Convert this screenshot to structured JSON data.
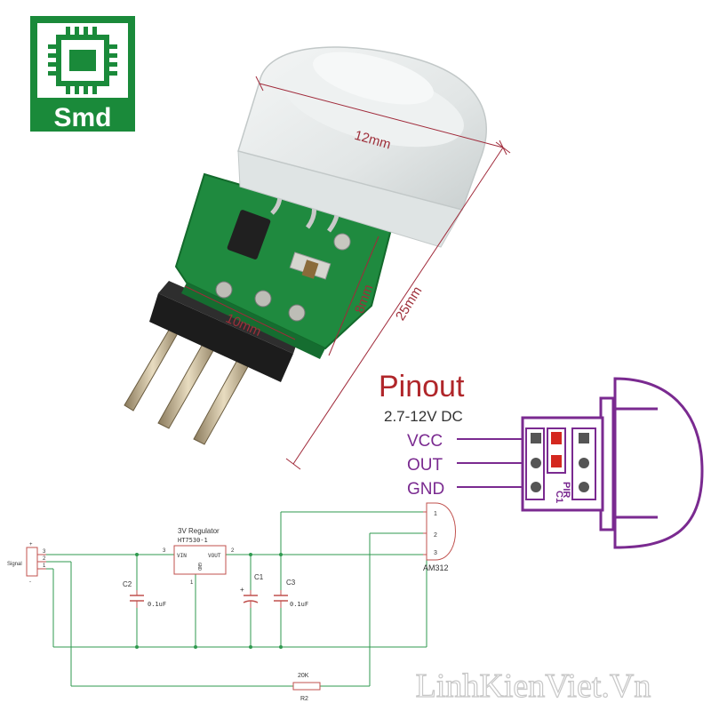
{
  "logo": {
    "text": "Smd"
  },
  "dimensions": {
    "dome_width": "12mm",
    "total_length": "25mm",
    "board_height": "8mm",
    "board_width": "10mm"
  },
  "pinout": {
    "title": "Pinout",
    "voltage": "2.7-12V DC",
    "pins": [
      "VCC",
      "OUT",
      "GND"
    ],
    "board_silkscreen": [
      "C1",
      "PIR"
    ]
  },
  "schematic": {
    "connector_label": "Signal",
    "connector_pins": [
      "3",
      "2",
      "1"
    ],
    "connector_marks": [
      "+",
      "-"
    ],
    "regulator": {
      "title": "3V Regulator",
      "part": "HT7530-1",
      "vin": "VIN",
      "vout": "VOUT",
      "gnd": "GND",
      "pin_vin": "3",
      "pin_vout": "2",
      "pin_gnd": "1"
    },
    "caps": [
      {
        "name": "C2",
        "value": "0.1uF"
      },
      {
        "name": "C1",
        "value": ""
      },
      {
        "name": "C3",
        "value": "0.1uF"
      }
    ],
    "polarity_mark": "+",
    "sensor": {
      "name": "AM312",
      "pins": [
        "1",
        "2",
        "3"
      ]
    },
    "resistor": {
      "name": "R2",
      "value": "20K"
    }
  },
  "watermark": "LinhKienViet.Vn",
  "colors": {
    "logo_green": "#1a8a3a",
    "pinout_red": "#b0262a",
    "pin_purple": "#7a2a90",
    "wire_green": "#2f9a4f",
    "wire_red": "#c0504d",
    "pcb_green": "#1f8a3f",
    "dim_line": "#a02a3a"
  }
}
